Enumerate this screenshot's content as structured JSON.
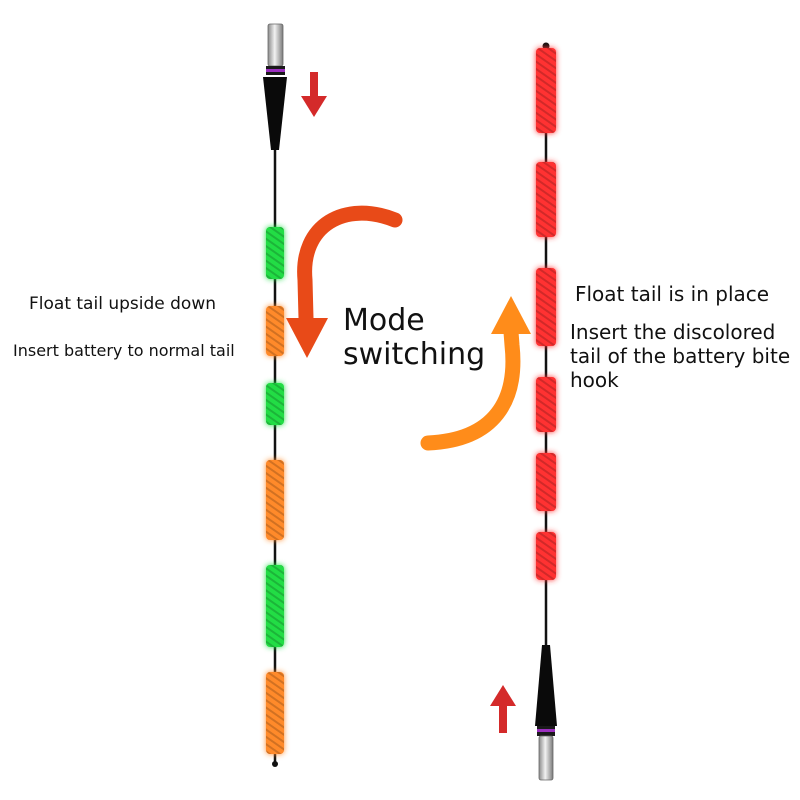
{
  "left_float": {
    "orientation": "upside-down",
    "segment_colors": [
      "#22dd44",
      "#ff8a2a",
      "#22dd44",
      "#ff8a2a",
      "#22dd44",
      "#ff8a2a"
    ],
    "label_1": "Float tail upside down",
    "label_2": "Insert battery to normal tail"
  },
  "right_float": {
    "orientation": "in-place",
    "segment_colors": [
      "#ff3030",
      "#ff3030",
      "#ff3030",
      "#ff3030",
      "#ff3030",
      "#ff3030"
    ],
    "label_1": "Float tail is in place",
    "label_2": "Insert the discolored tail of the battery bite hook"
  },
  "mode_switching": {
    "text": "Mode switching",
    "arrow_down_color": "#e84a18",
    "arrow_up_color": "#ff8c1a"
  },
  "small_arrow_color": "#d42a2a",
  "rod_color": "#111111",
  "battery_color": "#c0c0c0",
  "ring_color": "#9b2fbf"
}
